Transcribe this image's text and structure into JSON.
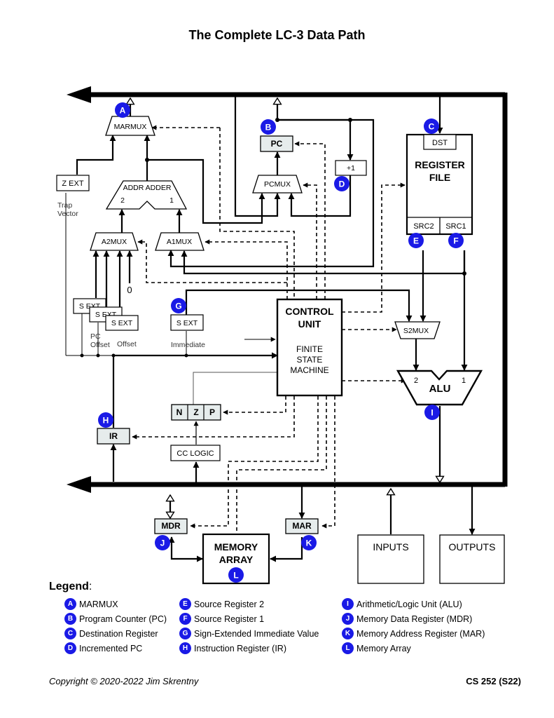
{
  "title": "The Complete LC-3 Data Path",
  "components": {
    "marmux": "MARMUX",
    "pc": "PC",
    "plus_one": "+1",
    "dst": "DST",
    "register_file": [
      "REGISTER",
      "FILE"
    ],
    "src2": "SRC2",
    "src1": "SRC1",
    "zext": "Z EXT",
    "trap_vector": [
      "Trap",
      "Vector"
    ],
    "addr_adder": "ADDR ADDER",
    "addr_adder_in2": "2",
    "addr_adder_in1": "1",
    "pcmux": "PCMUX",
    "a2mux": "A2MUX",
    "a1mux": "A1MUX",
    "zero": "0",
    "sext": "S EXT",
    "pc_offset": [
      "PC",
      "Offset"
    ],
    "offset": "Offset",
    "immediate": "Immediate",
    "control_unit": [
      "CONTROL",
      "UNIT"
    ],
    "fsm": [
      "FINITE",
      "STATE",
      "MACHINE"
    ],
    "s2mux": "S2MUX",
    "alu": "ALU",
    "alu_in2": "2",
    "alu_in1": "1",
    "n": "N",
    "z": "Z",
    "p": "P",
    "ir": "IR",
    "cc_logic": "CC LOGIC",
    "mdr": "MDR",
    "mar": "MAR",
    "memory_array": [
      "MEMORY",
      "ARRAY"
    ],
    "inputs": "INPUTS",
    "outputs": "OUTPUTS"
  },
  "badges": [
    "A",
    "B",
    "C",
    "D",
    "E",
    "F",
    "G",
    "H",
    "I",
    "J",
    "K",
    "L"
  ],
  "legend_title": "Legend",
  "legend": [
    {
      "badge": "A",
      "text": "MARMUX"
    },
    {
      "badge": "B",
      "text": "Program Counter (PC)"
    },
    {
      "badge": "C",
      "text": "Destination Register"
    },
    {
      "badge": "D",
      "text": "Incremented PC"
    },
    {
      "badge": "E",
      "text": "Source Register 2"
    },
    {
      "badge": "F",
      "text": "Source Register 1"
    },
    {
      "badge": "G",
      "text": "Sign-Extended Immediate Value"
    },
    {
      "badge": "H",
      "text": "Instruction Register (IR)"
    },
    {
      "badge": "I",
      "text": "Arithmetic/Logic Unit (ALU)"
    },
    {
      "badge": "J",
      "text": "Memory Data Register (MDR)"
    },
    {
      "badge": "K",
      "text": "Memory Address Register (MAR)"
    },
    {
      "badge": "L",
      "text": "Memory Array"
    }
  ],
  "copyright": "Copyright ©  2020-2022 Jim Skrentny",
  "course": "CS 252 (S22)",
  "colors": {
    "badge": "#1a1ae6",
    "register_fill": "#e6ecec",
    "line": "#000000"
  }
}
